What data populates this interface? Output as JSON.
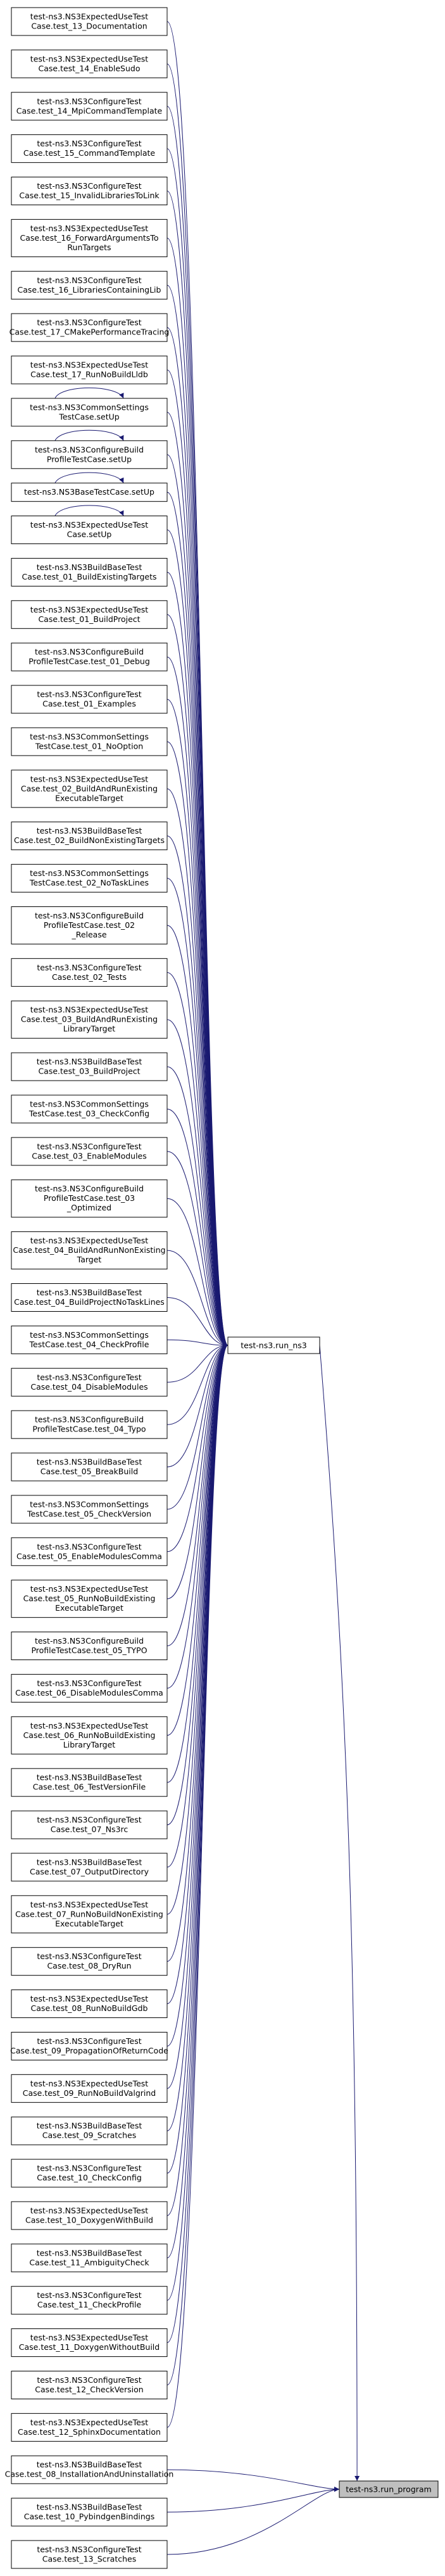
{
  "colors": {
    "edge": "#191970",
    "node_border": "#000000",
    "node_fill": "#ffffff",
    "highlight_fill": "#bfbfbf"
  },
  "nodes": {
    "left": [
      {
        "lines": [
          "test-ns3.NS3ExpectedUseTest",
          "Case.test_13_Documentation"
        ]
      },
      {
        "lines": [
          "test-ns3.NS3ExpectedUseTest",
          "Case.test_14_EnableSudo"
        ]
      },
      {
        "lines": [
          "test-ns3.NS3ConfigureTest",
          "Case.test_14_MpiCommandTemplate"
        ]
      },
      {
        "lines": [
          "test-ns3.NS3ConfigureTest",
          "Case.test_15_CommandTemplate"
        ]
      },
      {
        "lines": [
          "test-ns3.NS3ConfigureTest",
          "Case.test_15_InvalidLibrariesToLink"
        ]
      },
      {
        "lines": [
          "test-ns3.NS3ExpectedUseTest",
          "Case.test_16_ForwardArgumentsTo",
          "RunTargets"
        ]
      },
      {
        "lines": [
          "test-ns3.NS3ConfigureTest",
          "Case.test_16_LibrariesContainingLib"
        ]
      },
      {
        "lines": [
          "test-ns3.NS3ConfigureTest",
          "Case.test_17_CMakePerformanceTracing"
        ]
      },
      {
        "lines": [
          "test-ns3.NS3ExpectedUseTest",
          "Case.test_17_RunNoBuildLldb"
        ]
      },
      {
        "lines": [
          "test-ns3.NS3CommonSettings",
          "TestCase.setUp"
        ],
        "self_loop": true
      },
      {
        "lines": [
          "test-ns3.NS3ConfigureBuild",
          "ProfileTestCase.setUp"
        ],
        "self_loop": true
      },
      {
        "lines": [
          "test-ns3.NS3BaseTestCase.setUp"
        ],
        "self_loop": true
      },
      {
        "lines": [
          "test-ns3.NS3ExpectedUseTest",
          "Case.setUp"
        ],
        "self_loop": true
      },
      {
        "lines": [
          "test-ns3.NS3BuildBaseTest",
          "Case.test_01_BuildExistingTargets"
        ]
      },
      {
        "lines": [
          "test-ns3.NS3ExpectedUseTest",
          "Case.test_01_BuildProject"
        ]
      },
      {
        "lines": [
          "test-ns3.NS3ConfigureBuild",
          "ProfileTestCase.test_01_Debug"
        ]
      },
      {
        "lines": [
          "test-ns3.NS3ConfigureTest",
          "Case.test_01_Examples"
        ]
      },
      {
        "lines": [
          "test-ns3.NS3CommonSettings",
          "TestCase.test_01_NoOption"
        ]
      },
      {
        "lines": [
          "test-ns3.NS3ExpectedUseTest",
          "Case.test_02_BuildAndRunExisting",
          "ExecutableTarget"
        ]
      },
      {
        "lines": [
          "test-ns3.NS3BuildBaseTest",
          "Case.test_02_BuildNonExistingTargets"
        ]
      },
      {
        "lines": [
          "test-ns3.NS3CommonSettings",
          "TestCase.test_02_NoTaskLines"
        ]
      },
      {
        "lines": [
          "test-ns3.NS3ConfigureBuild",
          "ProfileTestCase.test_02",
          "_Release"
        ]
      },
      {
        "lines": [
          "test-ns3.NS3ConfigureTest",
          "Case.test_02_Tests"
        ]
      },
      {
        "lines": [
          "test-ns3.NS3ExpectedUseTest",
          "Case.test_03_BuildAndRunExisting",
          "LibraryTarget"
        ]
      },
      {
        "lines": [
          "test-ns3.NS3BuildBaseTest",
          "Case.test_03_BuildProject"
        ]
      },
      {
        "lines": [
          "test-ns3.NS3CommonSettings",
          "TestCase.test_03_CheckConfig"
        ]
      },
      {
        "lines": [
          "test-ns3.NS3ConfigureTest",
          "Case.test_03_EnableModules"
        ]
      },
      {
        "lines": [
          "test-ns3.NS3ConfigureBuild",
          "ProfileTestCase.test_03",
          "_Optimized"
        ]
      },
      {
        "lines": [
          "test-ns3.NS3ExpectedUseTest",
          "Case.test_04_BuildAndRunNonExisting",
          "Target"
        ]
      },
      {
        "lines": [
          "test-ns3.NS3BuildBaseTest",
          "Case.test_04_BuildProjectNoTaskLines"
        ]
      },
      {
        "lines": [
          "test-ns3.NS3CommonSettings",
          "TestCase.test_04_CheckProfile"
        ]
      },
      {
        "lines": [
          "test-ns3.NS3ConfigureTest",
          "Case.test_04_DisableModules"
        ]
      },
      {
        "lines": [
          "test-ns3.NS3ConfigureBuild",
          "ProfileTestCase.test_04_Typo"
        ]
      },
      {
        "lines": [
          "test-ns3.NS3BuildBaseTest",
          "Case.test_05_BreakBuild"
        ]
      },
      {
        "lines": [
          "test-ns3.NS3CommonSettings",
          "TestCase.test_05_CheckVersion"
        ]
      },
      {
        "lines": [
          "test-ns3.NS3ConfigureTest",
          "Case.test_05_EnableModulesComma"
        ]
      },
      {
        "lines": [
          "test-ns3.NS3ExpectedUseTest",
          "Case.test_05_RunNoBuildExisting",
          "ExecutableTarget"
        ]
      },
      {
        "lines": [
          "test-ns3.NS3ConfigureBuild",
          "ProfileTestCase.test_05_TYPO"
        ]
      },
      {
        "lines": [
          "test-ns3.NS3ConfigureTest",
          "Case.test_06_DisableModulesComma"
        ]
      },
      {
        "lines": [
          "test-ns3.NS3ExpectedUseTest",
          "Case.test_06_RunNoBuildExisting",
          "LibraryTarget"
        ]
      },
      {
        "lines": [
          "test-ns3.NS3BuildBaseTest",
          "Case.test_06_TestVersionFile"
        ]
      },
      {
        "lines": [
          "test-ns3.NS3ConfigureTest",
          "Case.test_07_Ns3rc"
        ]
      },
      {
        "lines": [
          "test-ns3.NS3BuildBaseTest",
          "Case.test_07_OutputDirectory"
        ]
      },
      {
        "lines": [
          "test-ns3.NS3ExpectedUseTest",
          "Case.test_07_RunNoBuildNonExisting",
          "ExecutableTarget"
        ]
      },
      {
        "lines": [
          "test-ns3.NS3ConfigureTest",
          "Case.test_08_DryRun"
        ]
      },
      {
        "lines": [
          "test-ns3.NS3ExpectedUseTest",
          "Case.test_08_RunNoBuildGdb"
        ]
      },
      {
        "lines": [
          "test-ns3.NS3ConfigureTest",
          "Case.test_09_PropagationOfReturnCode"
        ]
      },
      {
        "lines": [
          "test-ns3.NS3ExpectedUseTest",
          "Case.test_09_RunNoBuildValgrind"
        ]
      },
      {
        "lines": [
          "test-ns3.NS3BuildBaseTest",
          "Case.test_09_Scratches"
        ]
      },
      {
        "lines": [
          "test-ns3.NS3ConfigureTest",
          "Case.test_10_CheckConfig"
        ]
      },
      {
        "lines": [
          "test-ns3.NS3ExpectedUseTest",
          "Case.test_10_DoxygenWithBuild"
        ]
      },
      {
        "lines": [
          "test-ns3.NS3BuildBaseTest",
          "Case.test_11_AmbiguityCheck"
        ]
      },
      {
        "lines": [
          "test-ns3.NS3ConfigureTest",
          "Case.test_11_CheckProfile"
        ]
      },
      {
        "lines": [
          "test-ns3.NS3ExpectedUseTest",
          "Case.test_11_DoxygenWithoutBuild"
        ]
      },
      {
        "lines": [
          "test-ns3.NS3ConfigureTest",
          "Case.test_12_CheckVersion"
        ]
      },
      {
        "lines": [
          "test-ns3.NS3ExpectedUseTest",
          "Case.test_12_SphinxDocumentation"
        ]
      },
      {
        "lines": [
          "test-ns3.NS3BuildBaseTest",
          "Case.test_08_InstallationAndUninstallation"
        ],
        "direct": true
      },
      {
        "lines": [
          "test-ns3.NS3BuildBaseTest",
          "Case.test_10_PybindgenBindings"
        ],
        "direct": true
      },
      {
        "lines": [
          "test-ns3.NS3ConfigureTest",
          "Case.test_13_Scratches"
        ],
        "direct": true
      }
    ],
    "middle": {
      "label": "test-ns3.run_ns3"
    },
    "target": {
      "label": "test-ns3.run_program"
    }
  }
}
